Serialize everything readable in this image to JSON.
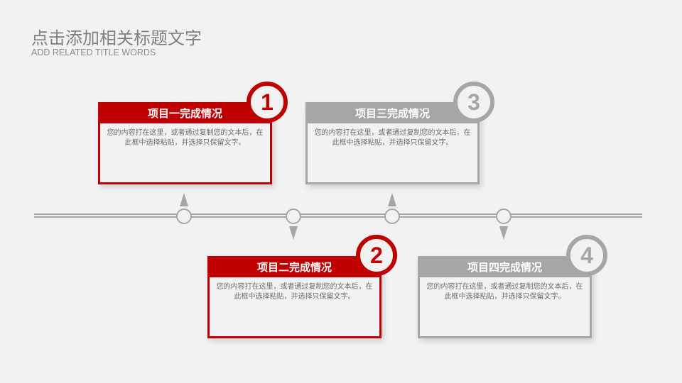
{
  "header": {
    "title": "点击添加相关标题文字",
    "subtitle": "ADD RELATED TITLE WORDS"
  },
  "colors": {
    "accent_red": "#c00000",
    "neutral_gray": "#a6a6a6",
    "background": "#f2f2f2"
  },
  "cards": [
    {
      "number": "1",
      "title": "项目一完成情况",
      "body": "您的内容打在这里，或者通过复制您的文本后，在此框中选择粘贴，并选择只保留文字。",
      "style": "red",
      "position": "above"
    },
    {
      "number": "2",
      "title": "项目二完成情况",
      "body": "您的内容打在这里，或者通过复制您的文本后，在此框中选择粘贴，并选择只保留文字。",
      "style": "red",
      "position": "below"
    },
    {
      "number": "3",
      "title": "项目三完成情况",
      "body": "您的内容打在这里，或者通过复制您的文本后，在此框中选择粘贴，并选择只保留文字。",
      "style": "gray",
      "position": "above"
    },
    {
      "number": "4",
      "title": "项目四完成情况",
      "body": "您的内容打在这里，或者通过复制您的文本后，在此框中选择粘贴，并选择只保留文字。",
      "style": "gray",
      "position": "below"
    }
  ],
  "timeline": {
    "nodes": [
      "milestone-1",
      "milestone-2",
      "milestone-3",
      "milestone-4"
    ]
  }
}
